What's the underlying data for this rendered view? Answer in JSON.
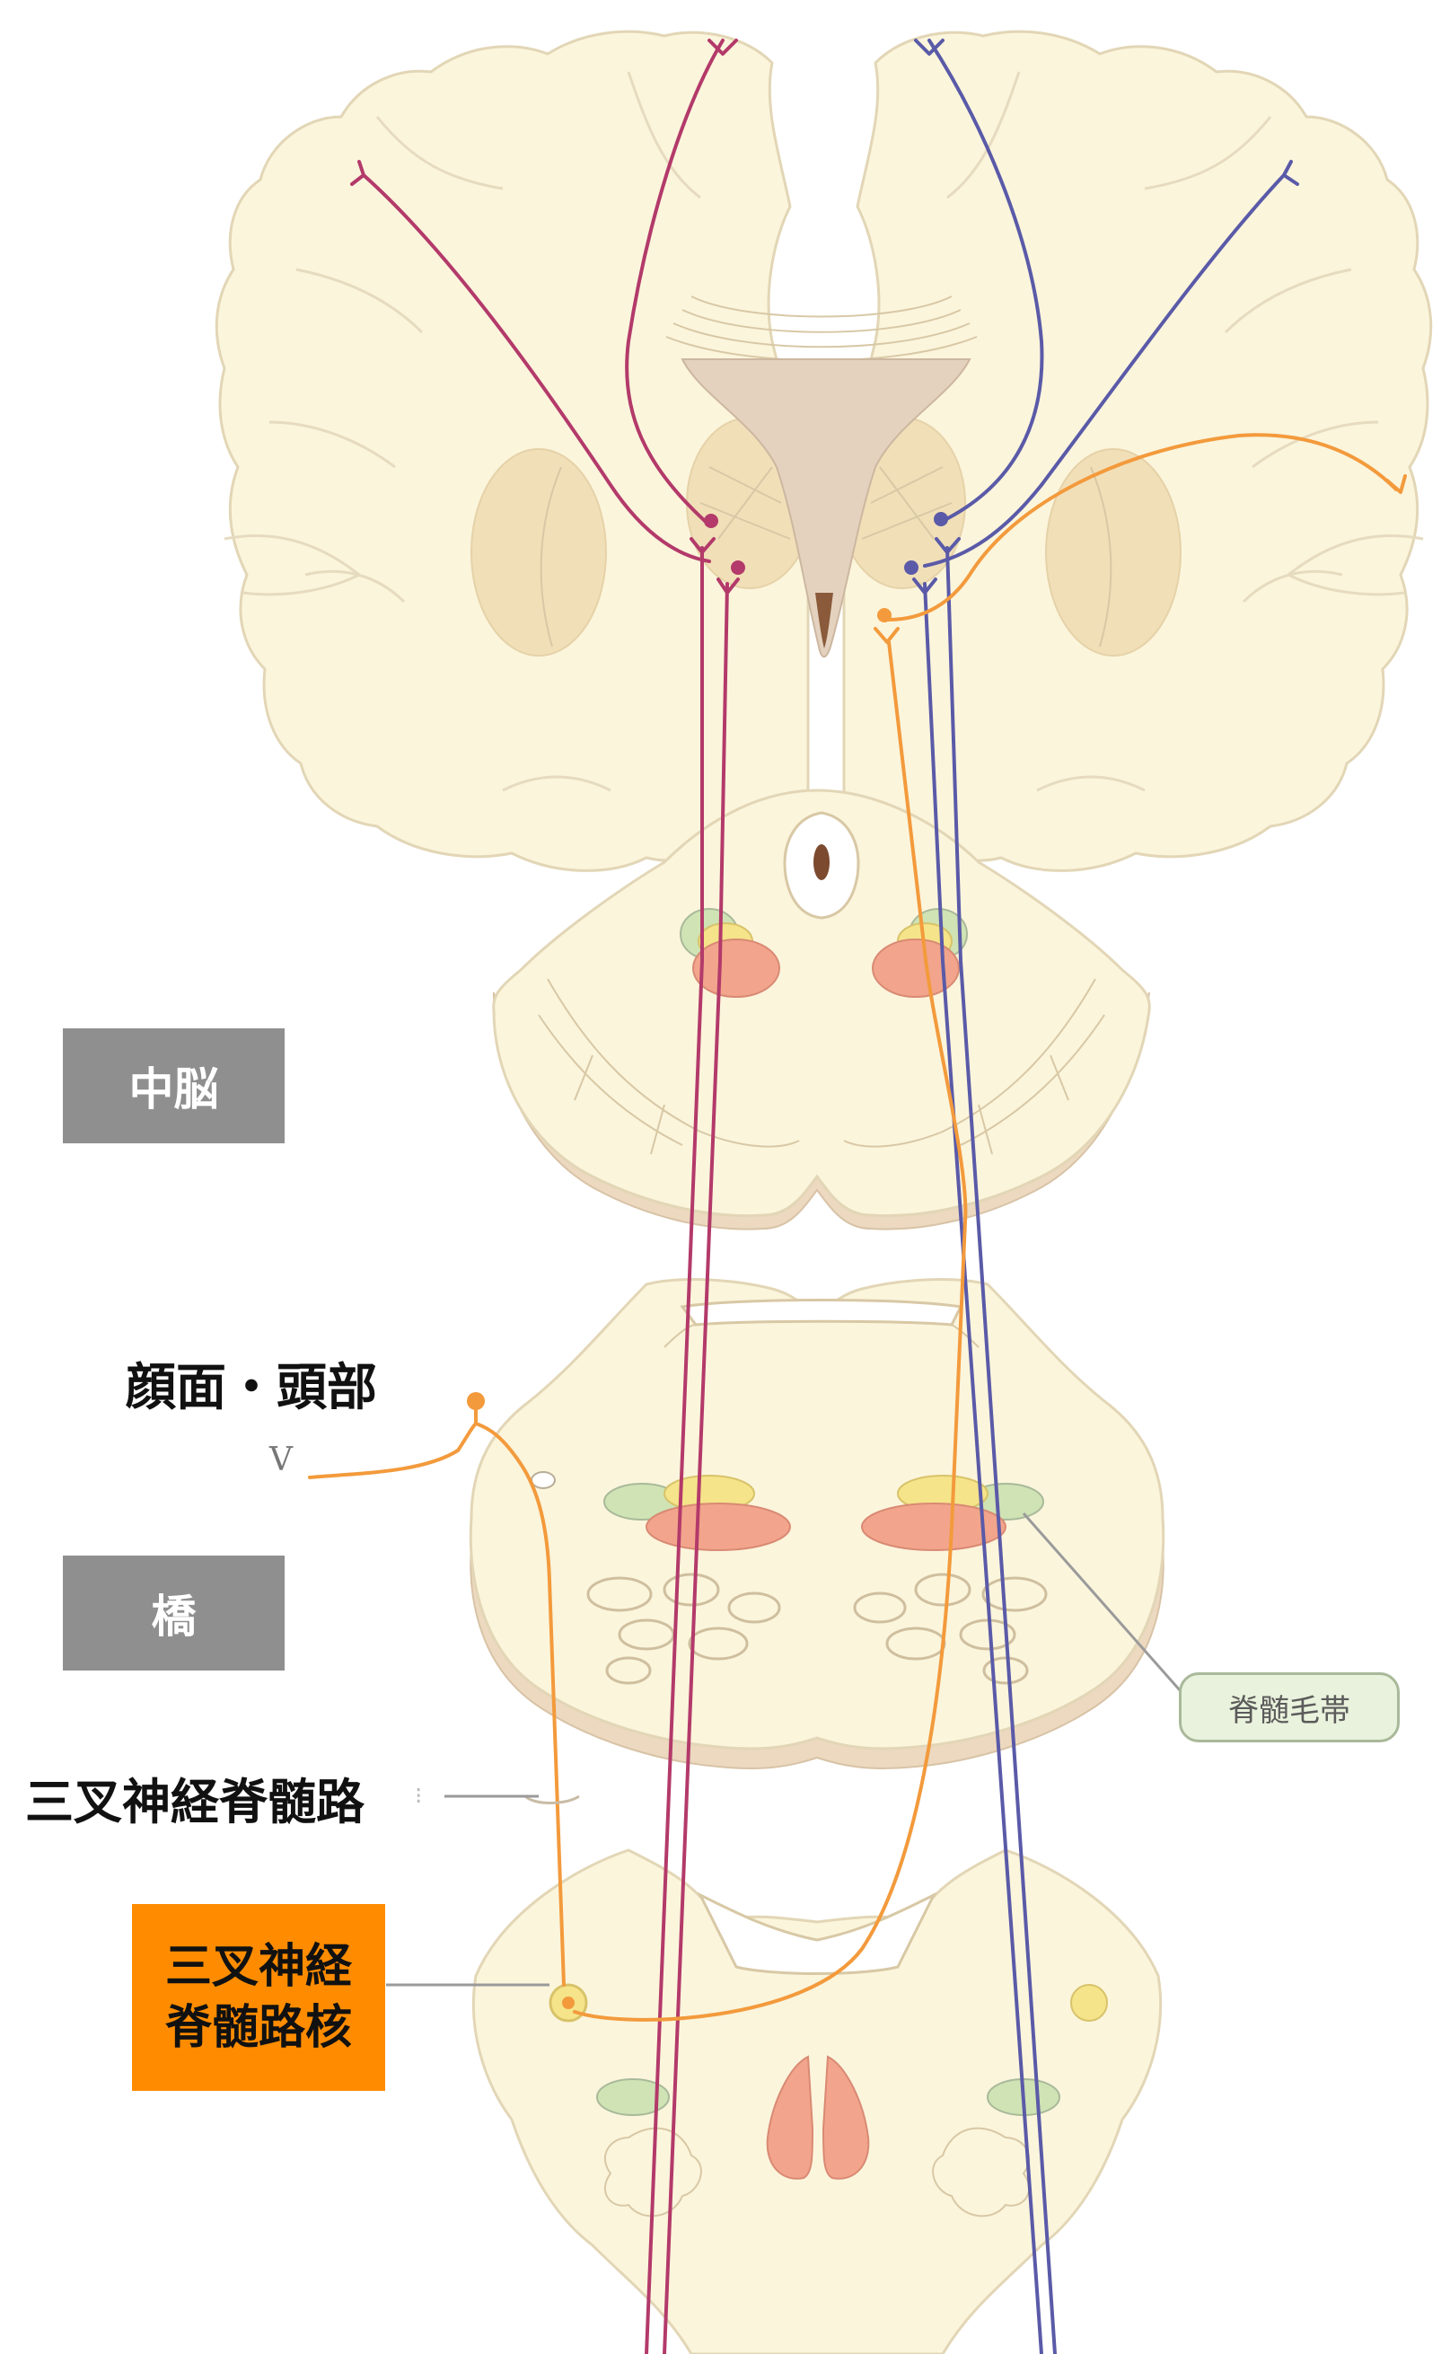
{
  "labels": {
    "midbrain": "中脳",
    "pons": "橋",
    "face_head": "顔面・頭部",
    "nerve_v": "V",
    "trigeminal_tract": "三叉神経脊髄路",
    "trigeminal_tract_nucleus_line1": "三叉神経",
    "trigeminal_tract_nucleus_line2": "脊髄路核",
    "spinal_lemniscus": "脊髄毛帯"
  },
  "colors": {
    "label_box_gray": "#8f8f8f",
    "label_box_orange": "#ff8c00",
    "pathway_magenta": "#b33a6a",
    "pathway_blue": "#5a5aa8",
    "pathway_orange": "#f39a3c",
    "tissue": "#fbf5dc",
    "nucleus_pink": "#f2a58c",
    "nucleus_yellow": "#f5e48a",
    "lemniscus_green": "#cfe3b4"
  }
}
